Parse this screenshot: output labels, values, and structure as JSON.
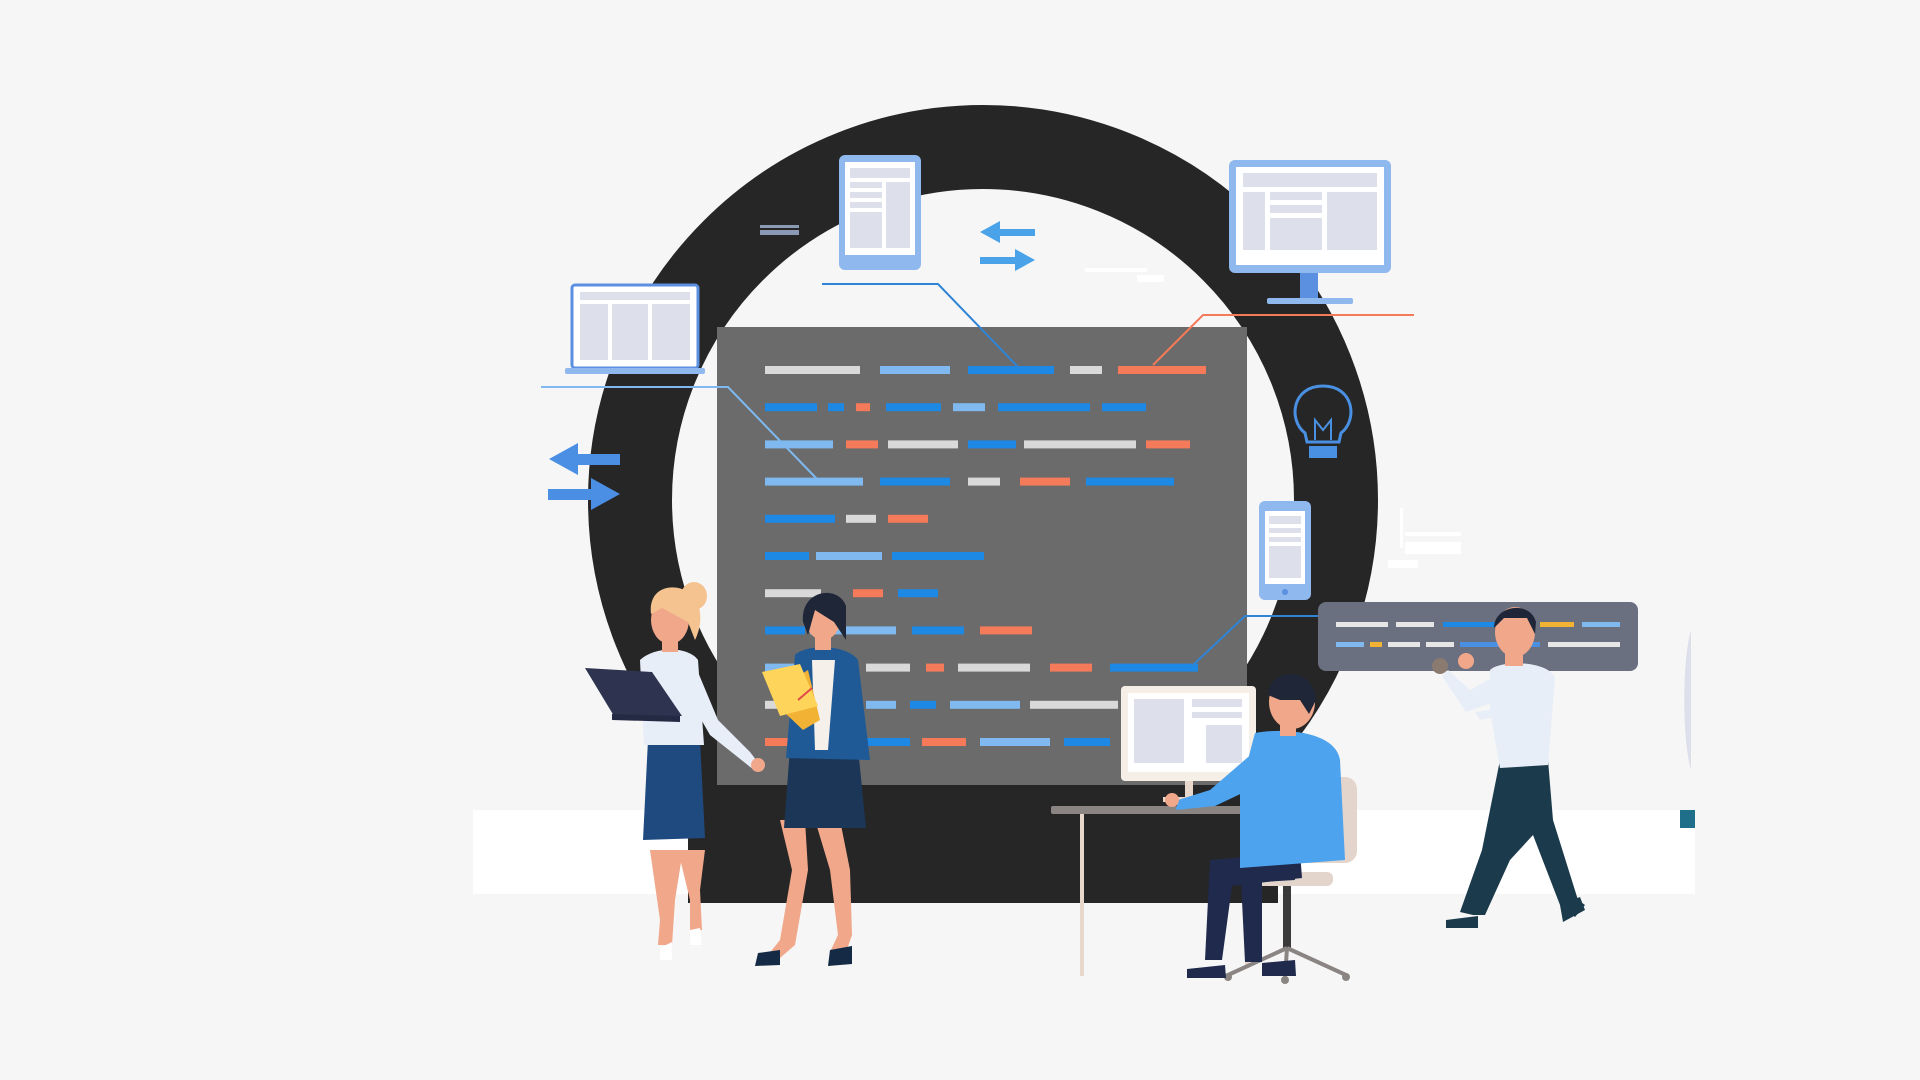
{
  "colors": {
    "background": "#f6f6f6",
    "ring": "#262626",
    "code_panel": "#6b6b6b",
    "code_white": "#d9d9d9",
    "code_light_blue": "#7fb9f0",
    "code_blue": "#1e88e5",
    "code_orange": "#f47a5a",
    "device_frame": "#8fb8ee",
    "device_screen": "#dde0ea",
    "connector_blue": "#2f84d6",
    "connector_orange": "#f47a5a",
    "floor_strip": "#ffffff"
  },
  "icons": [
    "laptop-icon",
    "tablet-icon",
    "desktop-monitor-icon",
    "smartphone-icon",
    "lightbulb-icon",
    "swap-arrows-icon"
  ],
  "people": [
    "woman-with-laptop",
    "woman-with-clipboard",
    "man-at-desk",
    "man-walking"
  ]
}
